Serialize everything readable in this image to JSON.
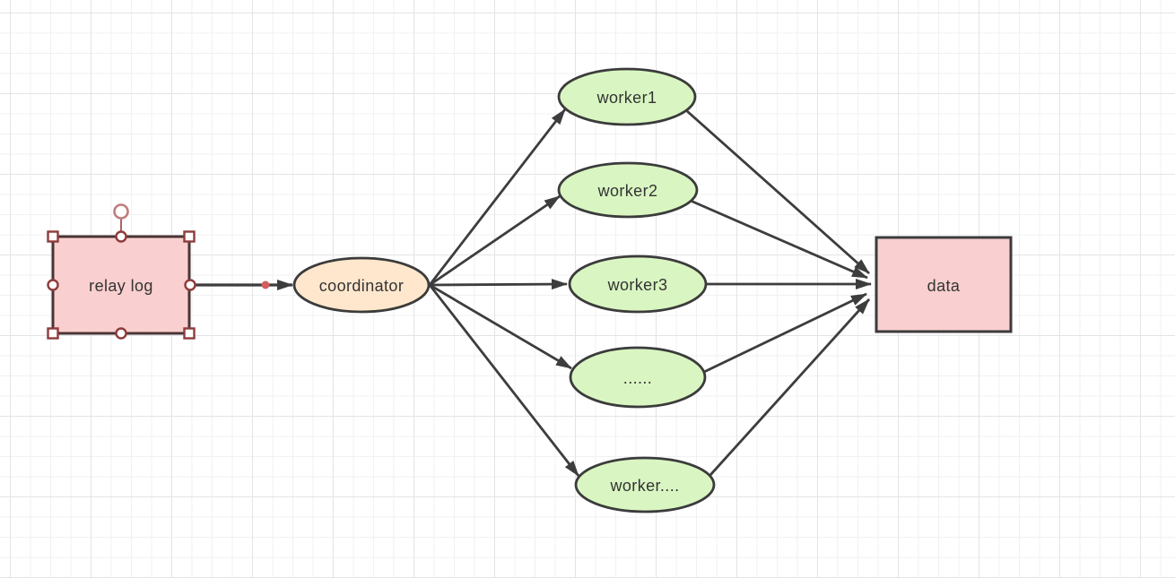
{
  "diagram": {
    "nodes": {
      "relay_log": {
        "label": "relay log",
        "shape": "rectangle",
        "fill": "#f9cfcf",
        "selected": true
      },
      "coordinator": {
        "label": "coordinator",
        "shape": "ellipse",
        "fill": "#ffe7cd",
        "selected": false
      },
      "worker1": {
        "label": "worker1",
        "shape": "ellipse",
        "fill": "#d9f6c2",
        "selected": false
      },
      "worker2": {
        "label": "worker2",
        "shape": "ellipse",
        "fill": "#d9f6c2",
        "selected": false
      },
      "worker3": {
        "label": "worker3",
        "shape": "ellipse",
        "fill": "#d9f6c2",
        "selected": false
      },
      "ellipsis": {
        "label": "......",
        "shape": "ellipse",
        "fill": "#d9f6c2",
        "selected": false
      },
      "worker_n": {
        "label": "worker....",
        "shape": "ellipse",
        "fill": "#d9f6c2",
        "selected": false
      },
      "data": {
        "label": "data",
        "shape": "rectangle",
        "fill": "#f9cfcf",
        "selected": false
      }
    },
    "edges": [
      {
        "from": "relay log",
        "to": "coordinator",
        "waypoint_dot": true
      },
      {
        "from": "coordinator",
        "to": "worker1"
      },
      {
        "from": "coordinator",
        "to": "worker2"
      },
      {
        "from": "coordinator",
        "to": "worker3"
      },
      {
        "from": "coordinator",
        "to": "......"
      },
      {
        "from": "coordinator",
        "to": "worker...."
      },
      {
        "from": "worker1",
        "to": "data"
      },
      {
        "from": "worker2",
        "to": "data"
      },
      {
        "from": "worker3",
        "to": "data"
      },
      {
        "from": "......",
        "to": "data"
      },
      {
        "from": "worker....",
        "to": "data"
      }
    ],
    "colors": {
      "background": "#ffffff",
      "grid_minor": "#f1f1f4",
      "grid_major": "#e4e4e7",
      "edge_stroke": "#3d3d3d",
      "node_stroke": "#3b3b3b",
      "pink_fill": "#f9cfcf",
      "orange_fill": "#ffe7cd",
      "green_fill": "#d9f6c2",
      "selection_handle_border": "#8f3b3b",
      "rotation_handle_border": "#c27d7d",
      "waypoint_dot": "#d15f5f",
      "label_text": "#333333"
    }
  }
}
